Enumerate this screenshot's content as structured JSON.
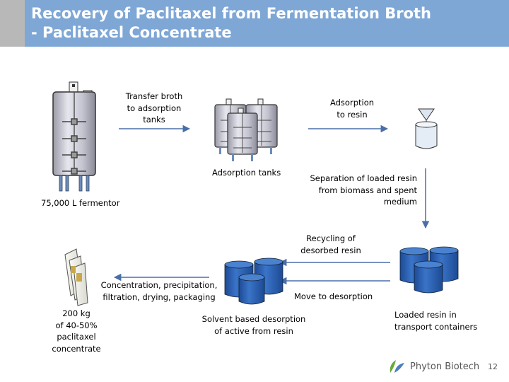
{
  "title": "Recovery of Paclitaxel from Fermentation Broth\n- Paclitaxel Concentrate",
  "labels": {
    "transfer": "Transfer broth\nto adsorption\ntanks",
    "adsorption_resin": "Adsorption\nto resin",
    "adsorption_tanks": "Adsorption tanks",
    "separation": "Separation of loaded resin\nfrom biomass and spent\nmedium",
    "fermentor": "75,000 L fermentor",
    "recycling": "Recycling of\ndesorbed resin",
    "concentration": "Concentration, precipitation,\nfiltration, drying, packaging",
    "move": "Move to desorption",
    "product": "200 kg\nof 40-50%\npaclitaxel\nconcentrate",
    "solvent": "Solvent based desorption\nof active from resin",
    "loaded": "Loaded resin in\ntransport containers"
  },
  "footer": {
    "logo": "Phyton Biotech",
    "page": "12"
  },
  "colors": {
    "header": "#7ea7d6",
    "header_grey": "#b8b8b8",
    "drum": "#2f64b8",
    "tank": "#d4d4de",
    "tank_outline": "#333333",
    "logo_green": "#6aaa3a",
    "logo_blue": "#4a7fc0"
  },
  "icons": [
    "fermentor-tank-icon",
    "adsorption-tanks-icon",
    "separator-funnel-icon",
    "product-bags-icon",
    "resin-drums-icon",
    "phyton-leaf-icon"
  ]
}
